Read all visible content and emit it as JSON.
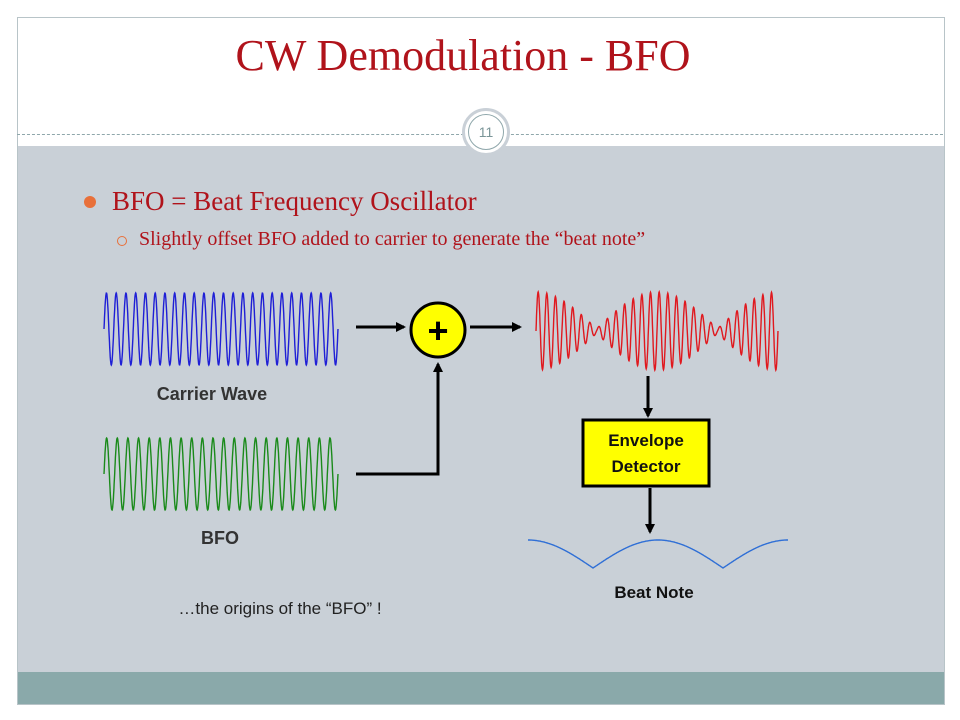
{
  "slide": {
    "title": "CW Demodulation - BFO",
    "page_number": "11",
    "bullet_main": "BFO = Beat Frequency Oscillator",
    "bullet_sub": "Slightly offset BFO added to carrier to generate the “beat note”"
  },
  "diagram": {
    "carrier_label": "Carrier Wave",
    "bfo_label": "BFO",
    "adder_symbol": "+",
    "detector_line1": "Envelope",
    "detector_line2": "Detector",
    "beat_label": "Beat Note",
    "origin_note": "…the origins of the “BFO” !",
    "colors": {
      "carrier": "#1f1fd6",
      "bfo": "#1a8a1a",
      "sum": "#e0181e",
      "beat": "#2f6fd6",
      "adder_fill": "#ffff00",
      "detector_fill": "#ffff00"
    }
  }
}
